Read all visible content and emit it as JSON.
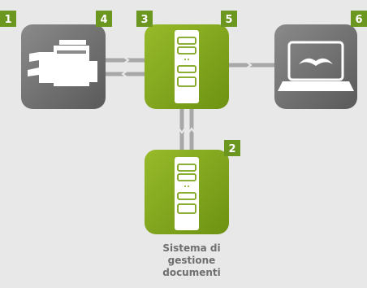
{
  "colors": {
    "background": "#e8e8e8",
    "device_gray": "#6a6a6a",
    "server_green": "#7da218",
    "badge_green": "#6b9620",
    "connector_gray": "#a7a7a7"
  },
  "nodes": [
    {
      "id": "printer",
      "icon": "multifunction-printer-icon",
      "badges": [
        "1",
        "4"
      ]
    },
    {
      "id": "server-main",
      "icon": "server-tower-icon",
      "badges": [
        "3",
        "5"
      ]
    },
    {
      "id": "laptop",
      "icon": "laptop-icon",
      "badges": [
        "6"
      ]
    },
    {
      "id": "document-system",
      "icon": "server-tower-icon",
      "badges": [
        "2"
      ]
    }
  ],
  "document_system_label": [
    "Sistema di",
    "gestione",
    "documenti"
  ]
}
